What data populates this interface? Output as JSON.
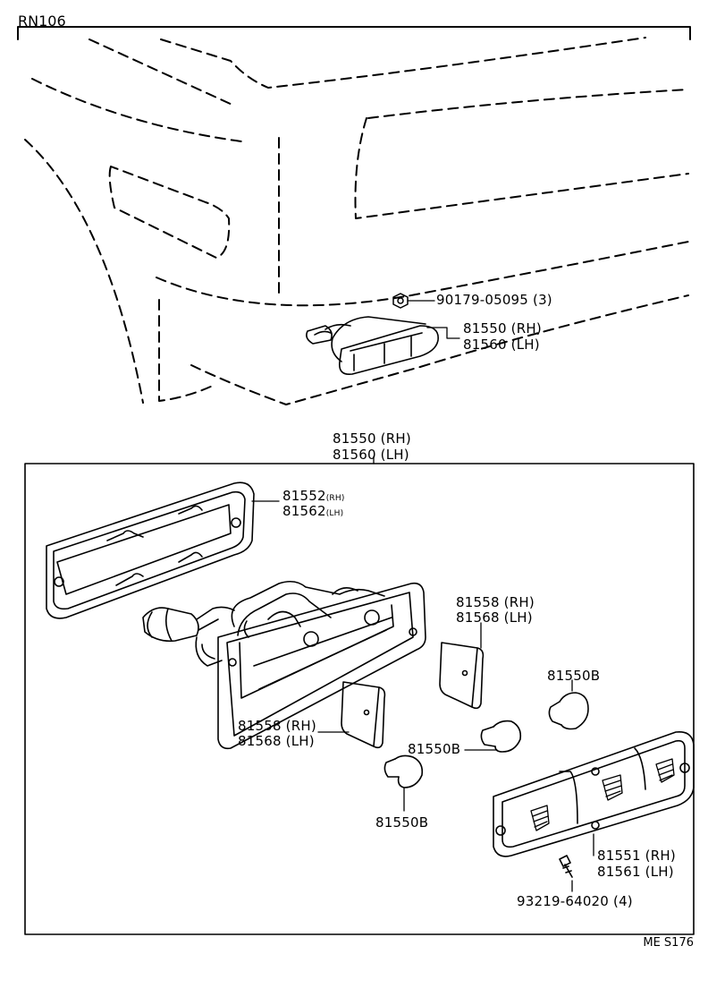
{
  "header": {
    "diagram_id": "RN106"
  },
  "footer": {
    "figure_code": "ME S176"
  },
  "top_labels": {
    "screw": "90179-05095 (3)",
    "lamp_rh": "81550 (RH)",
    "lamp_lh": "81560 (LH)"
  },
  "box_header": {
    "rh": "81550 (RH)",
    "lh": "81560 (LH)"
  },
  "parts": {
    "gasket_rh_num": "81552",
    "gasket_rh_tag": "(RH)",
    "gasket_lh_num": "81562",
    "gasket_lh_tag": "(LH)",
    "reflector_upper_rh": "81558 (RH)",
    "reflector_upper_lh": "81568 (LH)",
    "reflector_lower_rh": "81558 (RH)",
    "reflector_lower_lh": "81568 (LH)",
    "bulb_a": "81550B",
    "bulb_b": "81550B",
    "bulb_c": "81550B",
    "lens_rh": "81551 (RH)",
    "lens_lh": "81561 (LH)",
    "lens_screw": "93219-64020 (4)"
  }
}
